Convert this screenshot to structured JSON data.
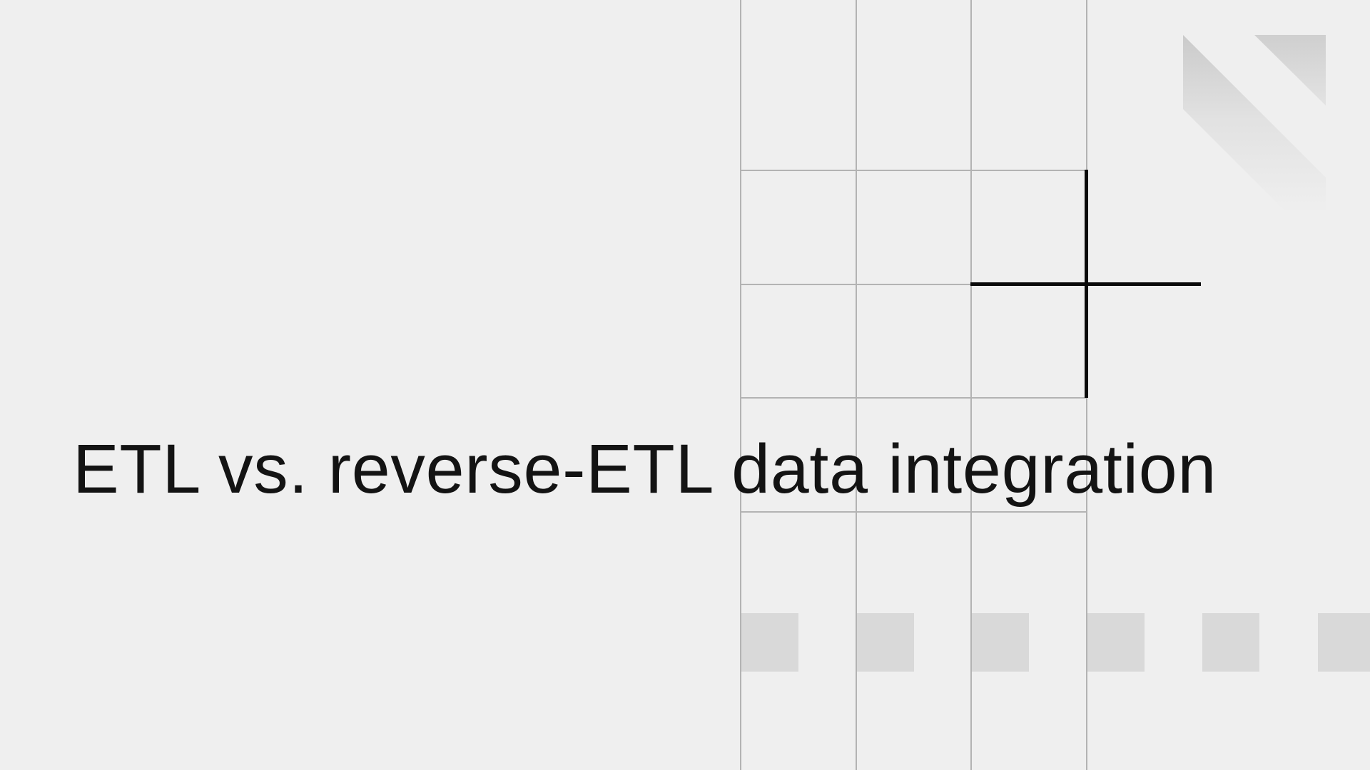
{
  "page": {
    "title": "ETL vs. reverse-ETL data integration"
  },
  "colors": {
    "background": "#efefef",
    "grid_line": "#b3b3b3",
    "cross": "#0a0a0a",
    "dash_square": "#d9d9d9",
    "title_text": "#131313",
    "decoration_gray": "#d2d2d2"
  },
  "decorations": {
    "grid_vertical_line_count": 4,
    "grid_horizontal_line_count": 4,
    "dash_square_count": 6
  }
}
